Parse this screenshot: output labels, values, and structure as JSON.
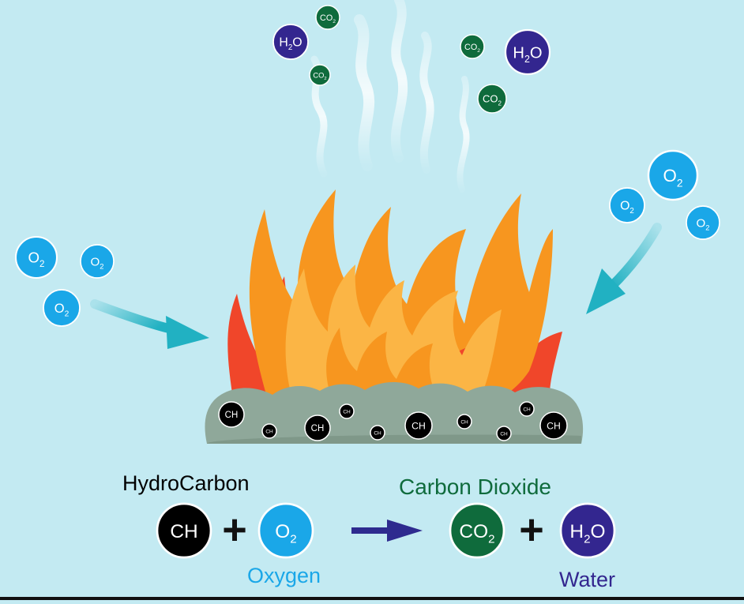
{
  "molecules": {
    "ch": "CH",
    "o2": {
      "main": "O",
      "sub": "2"
    },
    "co2": {
      "main": "CO",
      "sub": "2"
    },
    "h2o": {
      "pre": "H",
      "sub": "2",
      "post": "O"
    }
  },
  "equation": {
    "hydrocarbon_label": "HydroCarbon",
    "oxygen_label": "Oxygen",
    "carbon_dioxide_label": "Carbon Dioxide",
    "water_label": "Water",
    "plus": "+"
  },
  "colors": {
    "background": "#c3eaf2",
    "oxygen": "#1aa7e8",
    "carbon_dioxide": "#0f6b3c",
    "water": "#33268f",
    "hydrocarbon": "#000000",
    "arrow_equation": "#2e2b8f",
    "flame_outer": "#f0462a",
    "flame_mid": "#f7961f",
    "flame_inner": "#fbb545",
    "coal": "#8fa89a",
    "inflow_arrow": "#21b1c2"
  }
}
